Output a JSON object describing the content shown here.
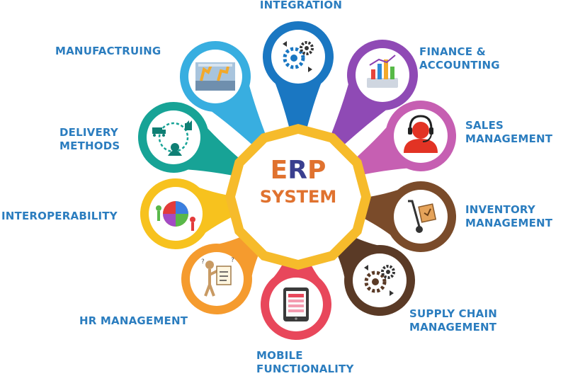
{
  "hub": {
    "line1": "ERP",
    "line2": "SYSTEM",
    "colors": {
      "E": "#e0722f",
      "R": "#3a3f8f",
      "P": "#e0722f",
      "system": "#e0722f",
      "border": "#f6bb2b"
    }
  },
  "label_color": "#2b7dbf",
  "petals": [
    {
      "id": "integration",
      "label": "INTEGRATION",
      "color": "#1a77c2",
      "icon": "gears-icon"
    },
    {
      "id": "finance",
      "label": "FINANCE &\nACCOUNTING",
      "color": "#8f4ab5",
      "icon": "finance-chart-icon"
    },
    {
      "id": "sales",
      "label": "SALES\nMANAGEMENT",
      "color": "#c65fb2",
      "icon": "headset-agent-icon"
    },
    {
      "id": "inventory",
      "label": "INVENTORY\nMANAGEMENT",
      "color": "#7a4b2a",
      "icon": "hand-truck-box-icon"
    },
    {
      "id": "supply-chain",
      "label": "SUPPLY CHAIN\nMANAGEMENT",
      "color": "#5a3a26",
      "icon": "gears-icon"
    },
    {
      "id": "mobile",
      "label": "MOBILE\nFUNCTIONALITY",
      "color": "#e8475b",
      "icon": "tablet-icon"
    },
    {
      "id": "hr",
      "label": "HR MANAGEMENT",
      "color": "#f59b2e",
      "icon": "person-with-sign-icon"
    },
    {
      "id": "interop",
      "label": "INTEROPERABILITY",
      "color": "#f7c21e",
      "icon": "puzzle-people-icon"
    },
    {
      "id": "delivery",
      "label": "DELIVERY\nMETHODS",
      "color": "#17a396",
      "icon": "delivery-network-icon"
    },
    {
      "id": "manufacturing",
      "label": "MANUFACTRUING",
      "color": "#38aee0",
      "icon": "factory-robots-icon"
    }
  ]
}
